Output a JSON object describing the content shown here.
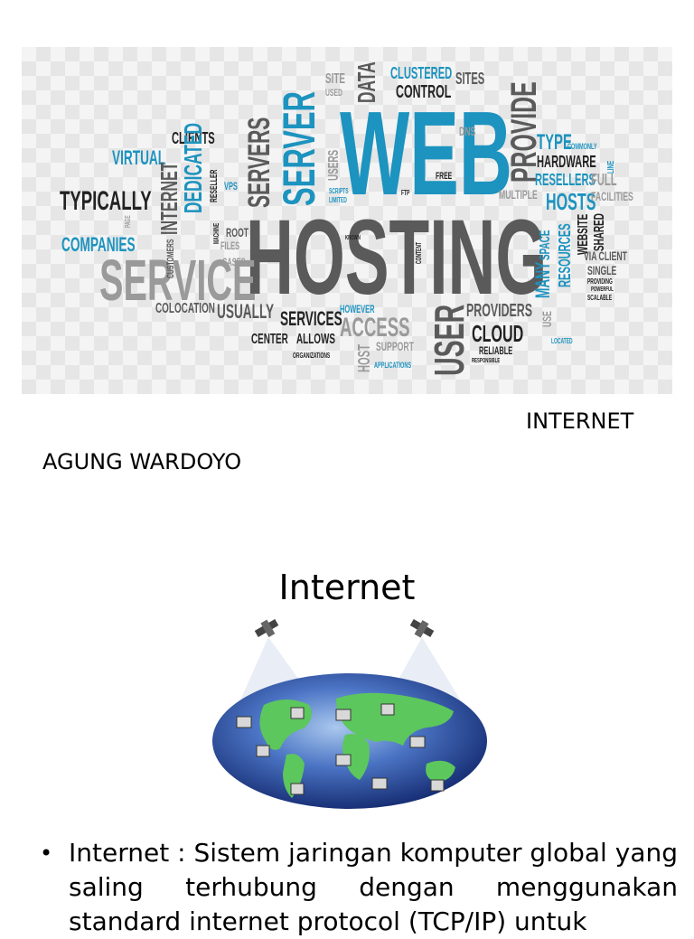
{
  "slide1": {
    "subtitle": "INTERNET",
    "author": "AGUNG WARDOYO",
    "word_cloud": {
      "main_words": [
        "WEB",
        "HOSTING",
        "SERVICE",
        "SERVER",
        "PROVIDE",
        "USER"
      ],
      "words": [
        "SITE",
        "USED",
        "DATA",
        "CLUSTERED",
        "CONTROL",
        "SITES",
        "CLIENTS",
        "VIRTUAL",
        "DEDICATED",
        "SERVERS",
        "DNS",
        "TYPE",
        "COMMONLY",
        "HARDWARE",
        "RESELLERS",
        "FULL",
        "TYPICALLY",
        "INTERNET",
        "FREE",
        "MULTIPLE",
        "HOSTS",
        "FACILITIES",
        "COMPANIES",
        "ROOT",
        "FILES",
        "WEBSITE",
        "SHARED",
        "VIA CLIENT",
        "SINGLE",
        "COLOCATION",
        "USUALLY",
        "SERVICES",
        "HOWEVER",
        "ACCESS",
        "PROVIDERS",
        "CLOUD",
        "CENTER",
        "ALLOWS",
        "SUPPORT",
        "RELIABLE",
        "HOST",
        "APPLICATIONS",
        "LOCATED",
        "MANY",
        "SPACE",
        "RESOURCES",
        "CUSTOMERS",
        "RESELLER",
        "VPS",
        "SCRIPTS",
        "LIMITED",
        "USERS",
        "FTP",
        "KNOWN",
        "CONTENT",
        "SCALABLE",
        "PROVIDING",
        "POWERFUL",
        "ORGANIZATIONS",
        "RESPONSIBLE",
        "CASES",
        "PAGE",
        "MACHINE",
        "LINE",
        "USE"
      ]
    }
  },
  "slide2": {
    "title": "Internet",
    "bullets": [
      "Internet : Sistem jaringan komputer global yang saling terhubung dengan menggunakan standard internet protocol (TCP/IP) untuk"
    ]
  },
  "colors": {
    "accent_blue": "#1d93bf",
    "dark_gray": "#555555",
    "globe_blue": "#1e3f8f",
    "land_green": "#5cc75c"
  }
}
